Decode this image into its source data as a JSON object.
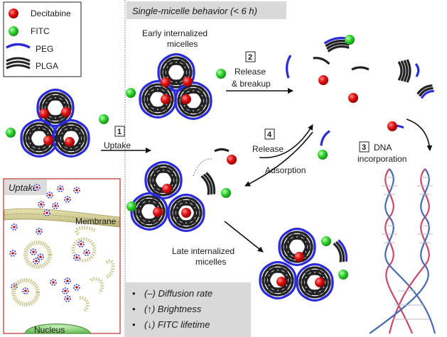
{
  "legend": {
    "items": [
      {
        "label": "Decitabine",
        "icon": "red-sphere-icon",
        "color": "#e01010"
      },
      {
        "label": "FITC",
        "icon": "green-sphere-icon",
        "color": "#2fd12f"
      },
      {
        "label": "PEG",
        "icon": "blue-arc-icon",
        "color": "#2b2bd8"
      },
      {
        "label": "PLGA",
        "icon": "black-arcs-icon",
        "color": "#1a1a1a"
      }
    ]
  },
  "header": {
    "title": "Single-micelle behavior (< 6 h)"
  },
  "steps": [
    {
      "number": "1",
      "label": "Uptake"
    },
    {
      "number": "2",
      "line1": "Release",
      "line2": "& breakup"
    },
    {
      "number": "3",
      "line1": "DNA",
      "line2": "incorporation"
    },
    {
      "number": "4",
      "line1": "Release",
      "line2": "Adsorption"
    }
  ],
  "labels": {
    "early_line1": "Early internalized",
    "early_line2": "micelles",
    "late_line1": "Late internalized",
    "late_line2": "micelles"
  },
  "uptake_panel": {
    "title": "Uptake",
    "membrane": "Membrane",
    "nucleus": "Nucleus",
    "border_color": "#b03030",
    "membrane_color": "#c8c28a"
  },
  "bullets": [
    {
      "marker": "•",
      "text": "(–) Diffusion rate"
    },
    {
      "marker": "•",
      "text": "(↑) Brightness"
    },
    {
      "marker": "•",
      "text": "(↓) FITC lifetime"
    }
  ]
}
